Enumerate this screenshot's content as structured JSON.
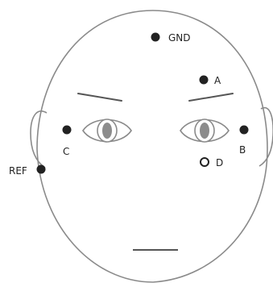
{
  "figure": {
    "electrodes": [
      {
        "id": "gnd",
        "label": "GND",
        "style": "filled"
      },
      {
        "id": "a",
        "label": "A",
        "style": "filled"
      },
      {
        "id": "c",
        "label": "C",
        "style": "filled"
      },
      {
        "id": "b",
        "label": "B",
        "style": "filled"
      },
      {
        "id": "ref",
        "label": "REF",
        "style": "filled"
      },
      {
        "id": "d",
        "label": "D",
        "style": "hollow"
      }
    ],
    "colors": {
      "outline": "#8a8a8a",
      "electrode_fill": "#222222",
      "iris": "#8c8c8c",
      "hollow_fill": "#ffffff"
    }
  }
}
